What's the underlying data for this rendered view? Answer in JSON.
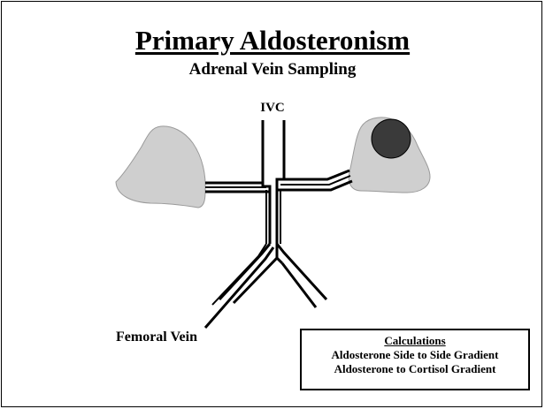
{
  "slide": {
    "title": "Primary Aldosteronism",
    "subtitle": "Adrenal Vein Sampling"
  },
  "diagram": {
    "labels": {
      "ivc": "IVC",
      "femoral_vein": "Femoral Vein"
    },
    "colors": {
      "gland_fill": "#cfcfcf",
      "gland_stroke": "#9a9a9a",
      "tumor_fill": "#3a3a3a",
      "vessel": "#000000"
    }
  },
  "calculations": {
    "heading": "Calculations",
    "lines": [
      "Aldosterone Side to Side Gradient",
      "Aldosterone to Cortisol Gradient"
    ]
  }
}
